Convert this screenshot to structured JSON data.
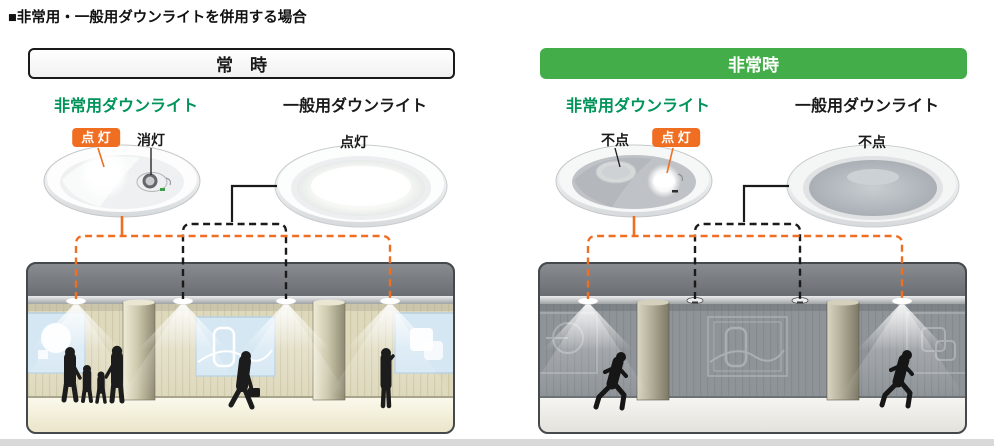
{
  "title": "■非常用・一般用ダウンライトを併用する場合",
  "colors": {
    "accent_orange": "#f06e22",
    "header_green": "#43ae49",
    "emergency_text_green": "#00945a"
  },
  "normal_panel": {
    "header": "常　時",
    "emergency_label": "非常用ダウンライト",
    "general_label": "一般用ダウンライト",
    "emergency_main_status": "点 灯",
    "emergency_sub_status": "消灯",
    "general_status": "点灯"
  },
  "emergency_panel": {
    "header": "非常時",
    "emergency_label": "非常用ダウンライト",
    "general_label": "一般用ダウンライト",
    "emergency_main_status": "不点",
    "emergency_sub_status": "点 灯",
    "general_status": "不点"
  }
}
